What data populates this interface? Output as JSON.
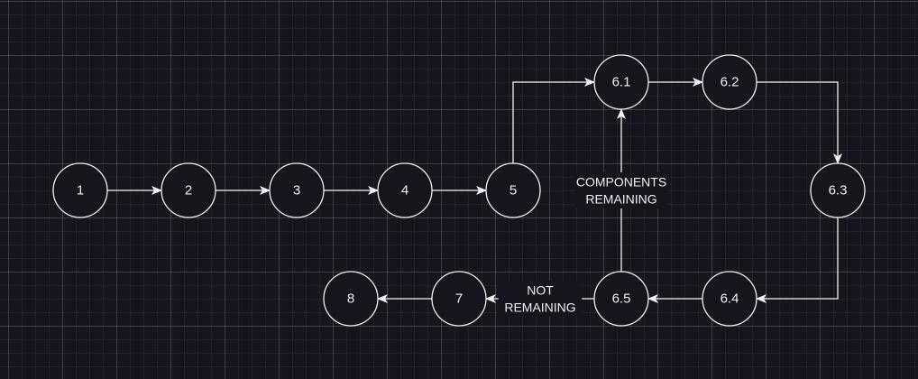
{
  "nodes": [
    {
      "id": "n1",
      "label": "1"
    },
    {
      "id": "n2",
      "label": "2"
    },
    {
      "id": "n3",
      "label": "3"
    },
    {
      "id": "n4",
      "label": "4"
    },
    {
      "id": "n5",
      "label": "5"
    },
    {
      "id": "n61",
      "label": "6.1"
    },
    {
      "id": "n62",
      "label": "6.2"
    },
    {
      "id": "n63",
      "label": "6.3"
    },
    {
      "id": "n64",
      "label": "6.4"
    },
    {
      "id": "n65",
      "label": "6.5"
    },
    {
      "id": "n7",
      "label": "7"
    },
    {
      "id": "n8",
      "label": "8"
    }
  ],
  "edges": [
    {
      "from": "n1",
      "to": "n2"
    },
    {
      "from": "n2",
      "to": "n3"
    },
    {
      "from": "n3",
      "to": "n4"
    },
    {
      "from": "n4",
      "to": "n5"
    },
    {
      "from": "n5",
      "to": "n61"
    },
    {
      "from": "n61",
      "to": "n62"
    },
    {
      "from": "n62",
      "to": "n63"
    },
    {
      "from": "n63",
      "to": "n64"
    },
    {
      "from": "n64",
      "to": "n65"
    },
    {
      "from": "n65",
      "to": "n61",
      "label": [
        "COMPONENTS",
        "REMAINING"
      ]
    },
    {
      "from": "n65",
      "to": "n7",
      "label": [
        "NOT",
        "REMAINING"
      ]
    },
    {
      "from": "n7",
      "to": "n8"
    }
  ]
}
